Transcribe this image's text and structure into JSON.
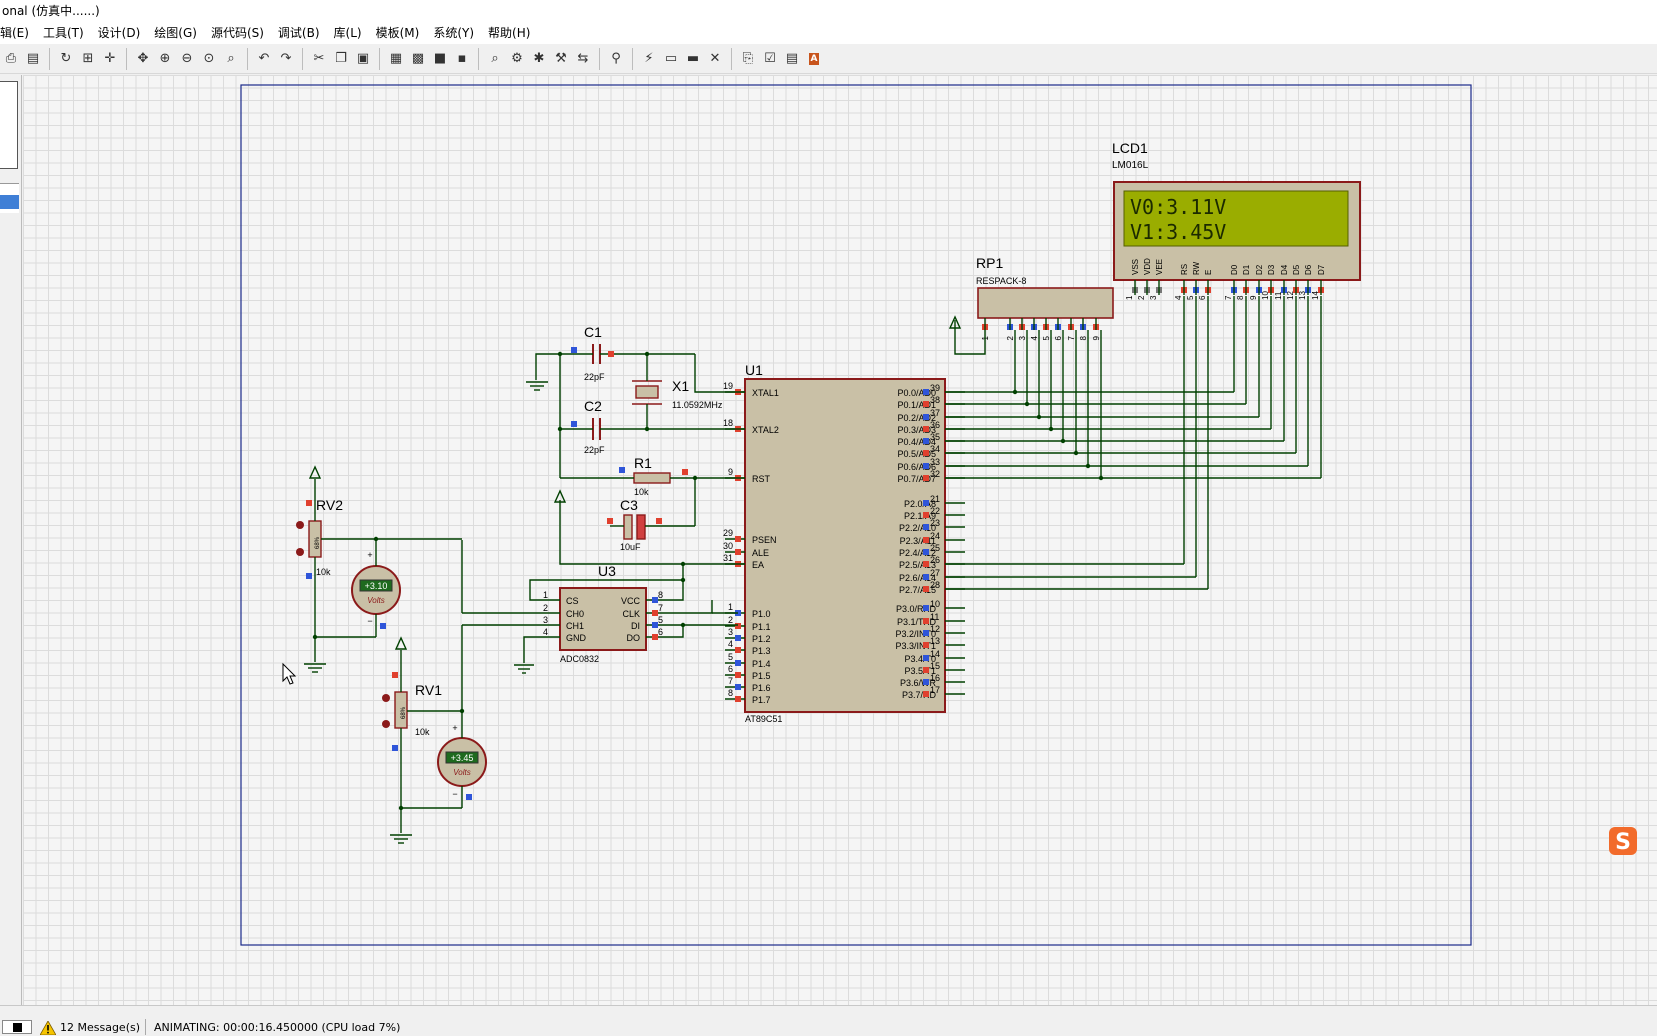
{
  "window": {
    "title": "onal (仿真中......)"
  },
  "menu": [
    {
      "label": "辑(E)"
    },
    {
      "label": "工具(T)"
    },
    {
      "label": "设计(D)"
    },
    {
      "label": "绘图(G)"
    },
    {
      "label": "源代码(S)"
    },
    {
      "label": "调试(B)"
    },
    {
      "label": "库(L)"
    },
    {
      "label": "模板(M)"
    },
    {
      "label": "系统(Y)"
    },
    {
      "label": "帮助(H)"
    }
  ],
  "toolbar_icons": [
    "print-icon",
    "print-area-icon",
    "refresh-icon",
    "grid-icon",
    "origin-icon",
    "pan-icon",
    "zoom-in-icon",
    "zoom-out-icon",
    "zoom-all-icon",
    "zoom-area-icon",
    "undo-icon",
    "redo-icon",
    "cut-icon",
    "copy-icon",
    "paste-icon",
    "block-copy-icon",
    "block-move-icon",
    "block-rotate-icon",
    "block-delete-icon",
    "pick-device-icon",
    "make-device-icon",
    "package-tool-icon",
    "decompose-icon",
    "wire-autorouter-icon",
    "search-tag-icon",
    "property-tool-icon",
    "new-sheet-icon",
    "remove-sheet-icon",
    "exit-parent-icon",
    "bom-icon",
    "erc-icon",
    "netlist-icon",
    "ares-icon"
  ],
  "schematic": {
    "lcd": {
      "ref": "LCD1",
      "part": "LM016L",
      "line1": "V0:3.11V",
      "line2": "V1:3.45V",
      "pins": [
        "VSS",
        "VDD",
        "VEE",
        "RS",
        "RW",
        "E",
        "D0",
        "D1",
        "D2",
        "D3",
        "D4",
        "D5",
        "D6",
        "D7"
      ],
      "pin_nums": [
        "1",
        "2",
        "3",
        "4",
        "5",
        "6",
        "7",
        "8",
        "9",
        "10",
        "11",
        "12",
        "13",
        "14"
      ]
    },
    "rp1": {
      "ref": "RP1",
      "part": "RESPACK-8",
      "pin_nums": [
        "1",
        "2",
        "3",
        "4",
        "5",
        "6",
        "7",
        "8",
        "9"
      ]
    },
    "u1": {
      "ref": "U1",
      "part": "AT89C51",
      "left_pins": [
        {
          "num": "19",
          "name": "XTAL1"
        },
        {
          "num": "18",
          "name": "XTAL2"
        },
        {
          "num": "9",
          "name": "RST"
        },
        {
          "num": "29",
          "name": "PSEN"
        },
        {
          "num": "30",
          "name": "ALE"
        },
        {
          "num": "31",
          "name": "EA"
        },
        {
          "num": "1",
          "name": "P1.0"
        },
        {
          "num": "2",
          "name": "P1.1"
        },
        {
          "num": "3",
          "name": "P1.2"
        },
        {
          "num": "4",
          "name": "P1.3"
        },
        {
          "num": "5",
          "name": "P1.4"
        },
        {
          "num": "6",
          "name": "P1.5"
        },
        {
          "num": "7",
          "name": "P1.6"
        },
        {
          "num": "8",
          "name": "P1.7"
        }
      ],
      "right_pins": [
        {
          "num": "39",
          "name": "P0.0/AD0"
        },
        {
          "num": "38",
          "name": "P0.1/AD1"
        },
        {
          "num": "37",
          "name": "P0.2/AD2"
        },
        {
          "num": "36",
          "name": "P0.3/AD3"
        },
        {
          "num": "35",
          "name": "P0.4/AD4"
        },
        {
          "num": "34",
          "name": "P0.5/AD5"
        },
        {
          "num": "33",
          "name": "P0.6/AD6"
        },
        {
          "num": "32",
          "name": "P0.7/AD7"
        },
        {
          "num": "21",
          "name": "P2.0/A8"
        },
        {
          "num": "22",
          "name": "P2.1/A9"
        },
        {
          "num": "23",
          "name": "P2.2/A10"
        },
        {
          "num": "24",
          "name": "P2.3/A11"
        },
        {
          "num": "25",
          "name": "P2.4/A12"
        },
        {
          "num": "26",
          "name": "P2.5/A13"
        },
        {
          "num": "27",
          "name": "P2.6/A14"
        },
        {
          "num": "28",
          "name": "P2.7/A15"
        },
        {
          "num": "10",
          "name": "P3.0/RXD"
        },
        {
          "num": "11",
          "name": "P3.1/TXD"
        },
        {
          "num": "12",
          "name": "P3.2/INT0"
        },
        {
          "num": "13",
          "name": "P3.3/INT1"
        },
        {
          "num": "14",
          "name": "P3.4/T0"
        },
        {
          "num": "15",
          "name": "P3.5/T1"
        },
        {
          "num": "16",
          "name": "P3.6/WR"
        },
        {
          "num": "17",
          "name": "P3.7/RD"
        }
      ]
    },
    "u3": {
      "ref": "U3",
      "part": "ADC0832",
      "left_pins": [
        {
          "num": "1",
          "name": "CS"
        },
        {
          "num": "2",
          "name": "CH0"
        },
        {
          "num": "3",
          "name": "CH1"
        },
        {
          "num": "4",
          "name": "GND"
        }
      ],
      "right_pins": [
        {
          "num": "8",
          "name": "VCC"
        },
        {
          "num": "7",
          "name": "CLK"
        },
        {
          "num": "5",
          "name": "DI"
        },
        {
          "num": "6",
          "name": "DO"
        }
      ]
    },
    "c1": {
      "ref": "C1",
      "value": "22pF"
    },
    "c2": {
      "ref": "C2",
      "value": "22pF"
    },
    "c3": {
      "ref": "C3",
      "value": "10uF"
    },
    "x1": {
      "ref": "X1",
      "value": "11.0592MHz"
    },
    "r1": {
      "ref": "R1",
      "value": "10k"
    },
    "rv2": {
      "ref": "RV2",
      "value": "10k",
      "pct": "68%"
    },
    "rv1": {
      "ref": "RV1",
      "value": "10k",
      "pct": "68%"
    },
    "vm1": {
      "reading": "+3.10",
      "unit": "Volts"
    },
    "vm2": {
      "reading": "+3.45",
      "unit": "Volts"
    }
  },
  "status": {
    "messages": "12 Message(s)",
    "animating": "ANIMATING: 00:00:16.450000 (CPU load 7%)"
  },
  "colors": {
    "wire": "#004000",
    "body": "#c9c0a6",
    "body_border": "#8b1a1a",
    "pin_red": "#e0402e",
    "pin_blue": "#2f55d9",
    "lcd_bg": "#9aad00",
    "lcd_text": "#1b2a00",
    "sheet_border": "#1a2a8a"
  }
}
